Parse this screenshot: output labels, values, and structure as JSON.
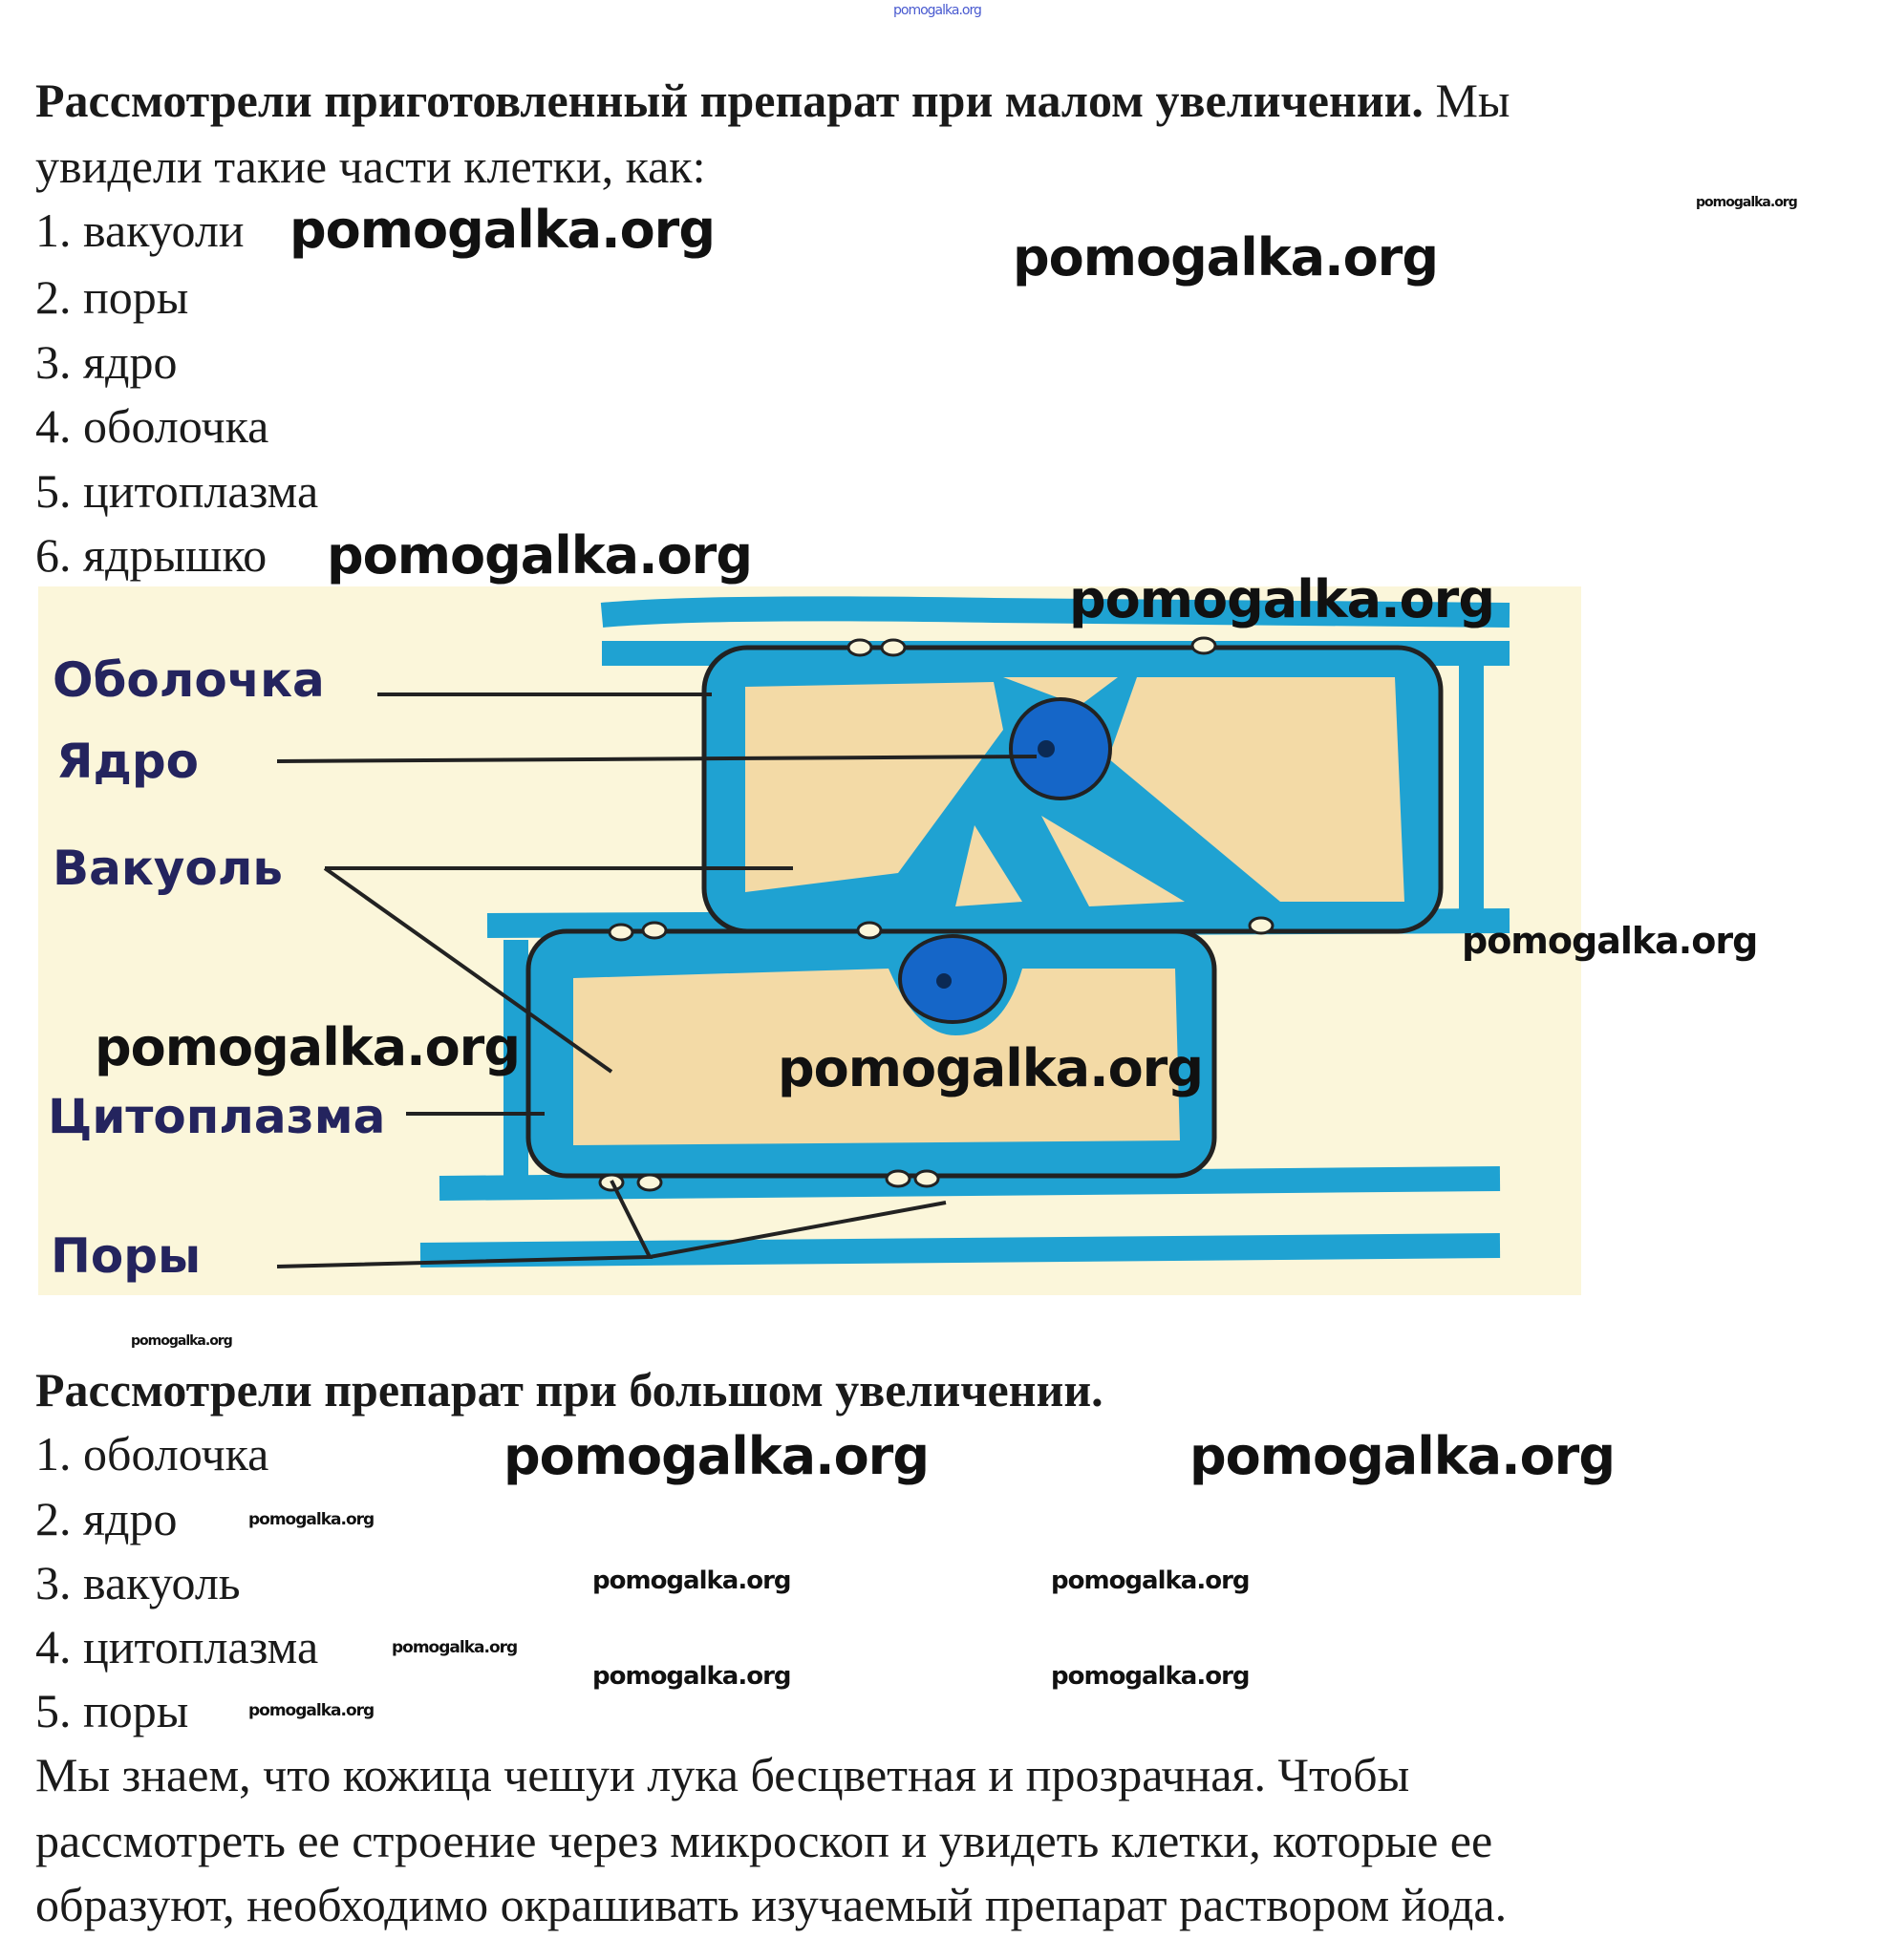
{
  "watermark": "pomogalka.org",
  "section1": {
    "heading_bold": "Рассмотрели приготовленный препарат при малом увеличении.",
    "heading_rest": " Мы",
    "intro_line2": "увидели такие части клетки, как:",
    "items": [
      "1. вакуоли",
      "2. поры",
      "3. ядро",
      "4. оболочка",
      "5. цитоплазма",
      "6. ядрышко"
    ]
  },
  "diagram": {
    "labels": [
      "Оболочка",
      "Ядро",
      "Вакуоль",
      "Цитоплазма",
      "Поры"
    ],
    "colors": {
      "background": "#fbf6da",
      "cytoplasm": "#1fa2d2",
      "vacuole": "#f3daa6",
      "nucleus": "#1566c8",
      "label": "#24245e"
    }
  },
  "section2": {
    "heading": "Рассмотрели препарат при большом увеличении.",
    "items": [
      "1. оболочка",
      "2. ядро",
      "3. вакуоль",
      "4. цитоплазма",
      "5. поры"
    ],
    "paragraph": [
      "Мы знаем, что кожица чешуи лука бесцветная и прозрачная. Чтобы",
      "рассмотреть ее строение через микроскоп и увидеть клетки, которые ее",
      "образуют, необходимо окрашивать изучаемый препарат раствором йода."
    ]
  }
}
